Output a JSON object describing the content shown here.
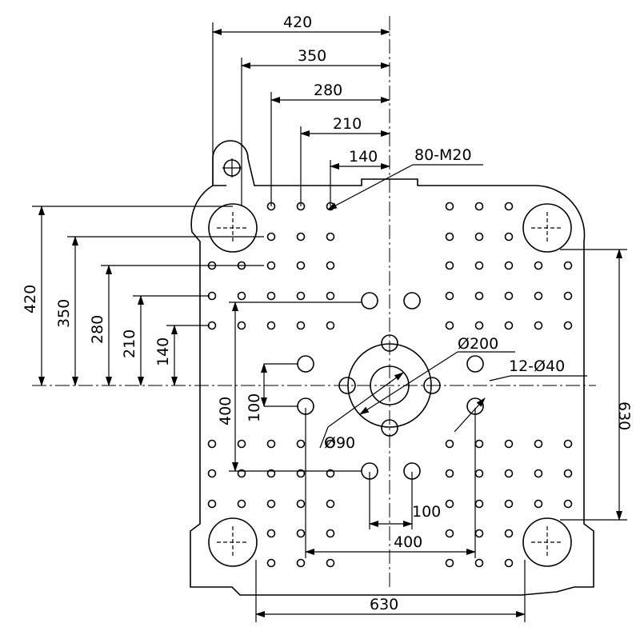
{
  "labels": {
    "top_dims": [
      "420",
      "350",
      "280",
      "210",
      "140"
    ],
    "holes_callout": "80-M20",
    "left_dims": [
      "420",
      "350",
      "280",
      "210",
      "140"
    ],
    "inner_100_left": "100",
    "inner_400_left": "400",
    "dia_200": "Ø200",
    "dia_90": "Ø90",
    "holes_40_callout": "12-Ø40",
    "right_630": "630",
    "inner_100_bottom": "100",
    "inner_400_bottom": "400",
    "bottom_630": "630"
  }
}
